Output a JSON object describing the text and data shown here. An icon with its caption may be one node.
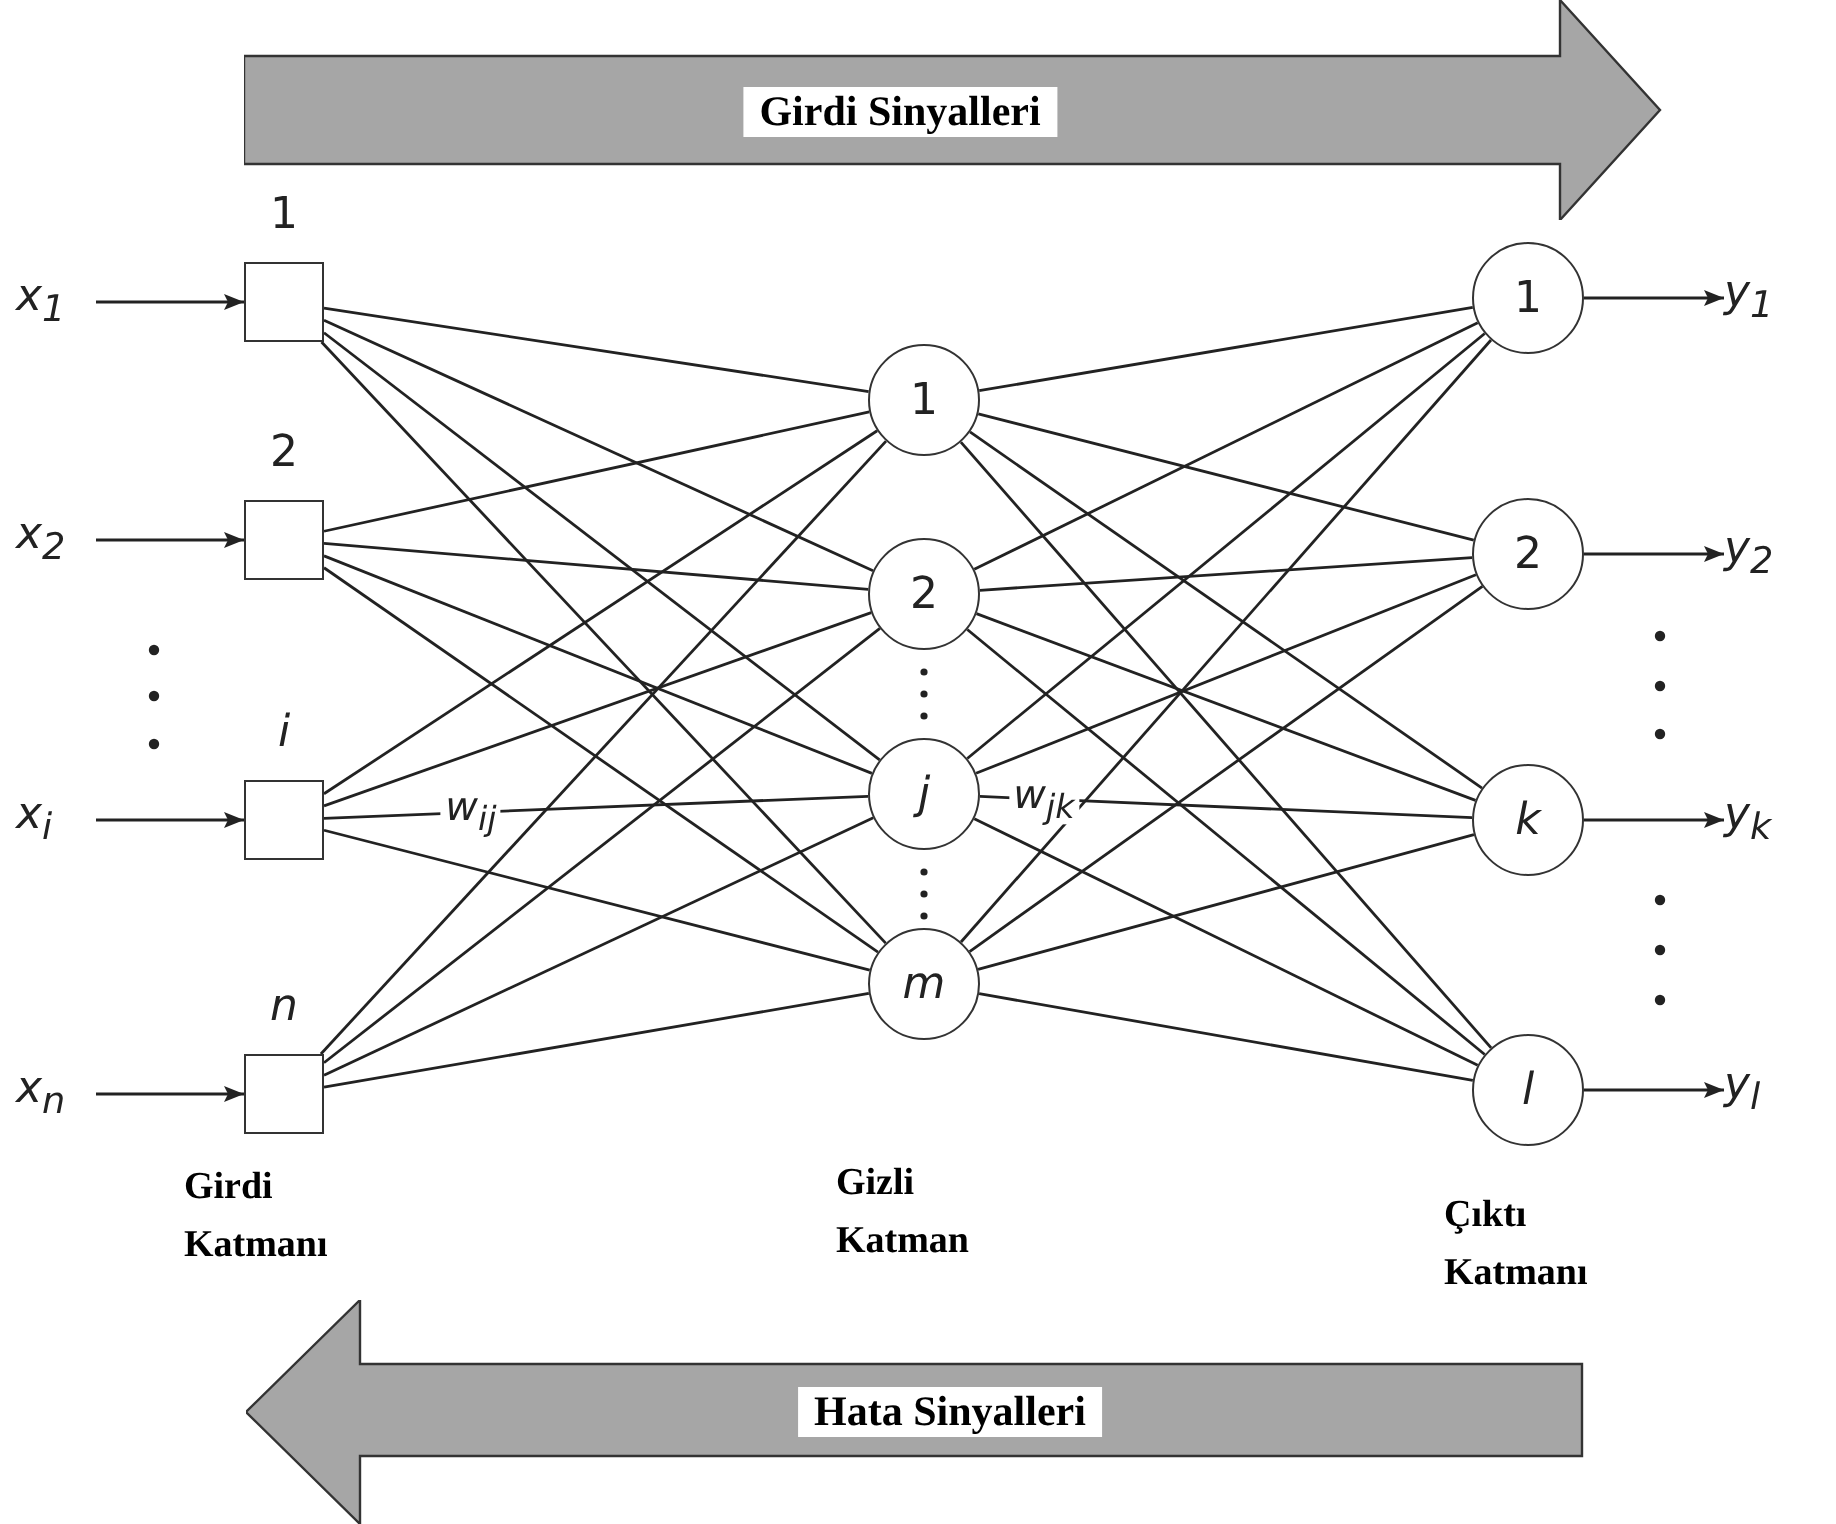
{
  "diagram": {
    "nodes": [
      {
        "text": [
          "x$_{1}$"
        ]
      },
      {
        "text": [
          "x$_{2}$"
        ]
      },
      {
        "text": [
          "x$_{i}$"
        ]
      },
      {
        "text": [
          "x$_{n}$"
        ]
      },
      {
        "text": [
          "1"
        ]
      },
      {
        "text": [
          "2"
        ]
      },
      {
        "text": [
          "i"
        ]
      },
      {
        "text": [
          "n"
        ]
      },
      {
        "text": [
          "1"
        ]
      },
      {
        "text": [
          "2"
        ]
      },
      {
        "text": [
          "j"
        ]
      },
      {
        "text": [
          "m"
        ]
      },
      {
        "text": [
          "1"
        ]
      },
      {
        "text": [
          "2"
        ]
      },
      {
        "text": [
          "k"
        ]
      },
      {
        "text": [
          "l"
        ]
      },
      {
        "text": [
          "y$_{1}$"
        ]
      },
      {
        "text": [
          "y$_{2}$"
        ]
      },
      {
        "text": [
          "y$_{k}$"
        ]
      },
      {
        "text": [
          "y$_{l}$"
        ]
      },
      {
        "text": [
          "Girdi Sinyalleri"
        ]
      },
      {
        "text": [
          "Hata Sinyalleri"
        ]
      }
    ],
    "edges": [
      {
        "from": 0,
        "to": 4,
        "arrow": "to"
      },
      {
        "from": 1,
        "to": 5,
        "arrow": "to"
      },
      {
        "from": 2,
        "to": 6,
        "arrow": "to"
      },
      {
        "from": 3,
        "to": 7,
        "arrow": "to"
      },
      {
        "from": 4,
        "to": 8,
        "arrow": "none"
      },
      {
        "from": 4,
        "to": 9,
        "arrow": "none"
      },
      {
        "from": 4,
        "to": 10,
        "arrow": "none"
      },
      {
        "from": 4,
        "to": 11,
        "arrow": "none"
      },
      {
        "from": 5,
        "to": 8,
        "arrow": "none"
      },
      {
        "from": 5,
        "to": 9,
        "arrow": "none"
      },
      {
        "from": 5,
        "to": 10,
        "arrow": "none"
      },
      {
        "from": 5,
        "to": 11,
        "arrow": "none"
      },
      {
        "from": 6,
        "to": 8,
        "arrow": "none"
      },
      {
        "from": 6,
        "to": 9,
        "arrow": "none"
      },
      {
        "from": 6,
        "to": 10,
        "arrow": "none",
        "label": "w$_{ij}$"
      },
      {
        "from": 6,
        "to": 11,
        "arrow": "none"
      },
      {
        "from": 7,
        "to": 8,
        "arrow": "none"
      },
      {
        "from": 7,
        "to": 9,
        "arrow": "none"
      },
      {
        "from": 7,
        "to": 10,
        "arrow": "none"
      },
      {
        "from": 7,
        "to": 11,
        "arrow": "none"
      },
      {
        "from": 8,
        "to": 12,
        "arrow": "none"
      },
      {
        "from": 8,
        "to": 13,
        "arrow": "none"
      },
      {
        "from": 8,
        "to": 14,
        "arrow": "none"
      },
      {
        "from": 8,
        "to": 15,
        "arrow": "none"
      },
      {
        "from": 9,
        "to": 12,
        "arrow": "none"
      },
      {
        "from": 9,
        "to": 13,
        "arrow": "none"
      },
      {
        "from": 9,
        "to": 14,
        "arrow": "none"
      },
      {
        "from": 9,
        "to": 15,
        "arrow": "none"
      },
      {
        "from": 10,
        "to": 12,
        "arrow": "none"
      },
      {
        "from": 10,
        "to": 13,
        "arrow": "none"
      },
      {
        "from": 10,
        "to": 14,
        "arrow": "none",
        "label": "w$_{jk}$"
      },
      {
        "from": 10,
        "to": 15,
        "arrow": "none"
      },
      {
        "from": 11,
        "to": 12,
        "arrow": "none"
      },
      {
        "from": 11,
        "to": 13,
        "arrow": "none"
      },
      {
        "from": 11,
        "to": 14,
        "arrow": "none"
      },
      {
        "from": 11,
        "to": 15,
        "arrow": "none"
      },
      {
        "from": 12,
        "to": 16,
        "arrow": "to"
      },
      {
        "from": 13,
        "to": 17,
        "arrow": "to"
      },
      {
        "from": 14,
        "to": 18,
        "arrow": "to"
      },
      {
        "from": 15,
        "to": 19,
        "arrow": "to"
      }
    ],
    "labels": [
      "Girdi Katmanı",
      "Gizli Katman",
      "Çıktı Katmanı"
    ]
  }
}
